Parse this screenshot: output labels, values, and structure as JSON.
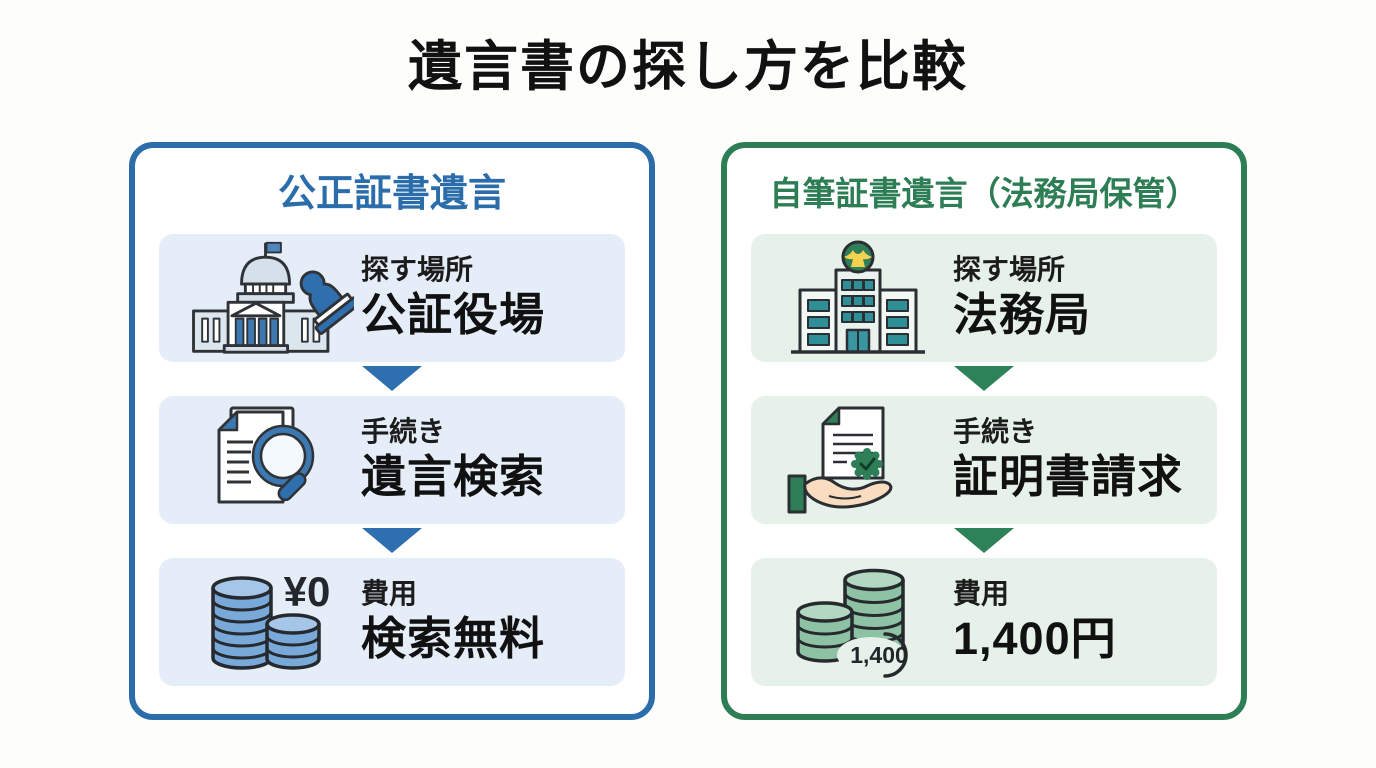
{
  "title": "遺言書の探し方を比較",
  "colors": {
    "left_accent": "#2b6cab",
    "left_row_bg": "#e5edf8",
    "left_arrow": "#2d6faf",
    "right_accent": "#2e7e55",
    "right_row_bg": "#e6f1e9",
    "right_arrow": "#2e8259",
    "text": "#1c1c1c"
  },
  "left_panel": {
    "title": "公正証書遺言",
    "rows": [
      {
        "icon": "capitol-building-stamp-icon",
        "label": "探す場所",
        "value": "公証役場"
      },
      {
        "icon": "documents-magnifier-icon",
        "label": "手続き",
        "value": "遺言検索"
      },
      {
        "icon": "blue-coin-stacks-icon",
        "label": "費用",
        "value": "検索無料",
        "badge": "¥0"
      }
    ]
  },
  "right_panel": {
    "title": "自筆証書遺言（法務局保管）",
    "rows": [
      {
        "icon": "legal-bureau-building-icon",
        "label": "探す場所",
        "value": "法務局"
      },
      {
        "icon": "hand-certificate-icon",
        "label": "手続き",
        "value": "証明書請求"
      },
      {
        "icon": "green-coin-stacks-icon",
        "label": "費用",
        "value": "1,400円",
        "badge": "1,400"
      }
    ]
  }
}
